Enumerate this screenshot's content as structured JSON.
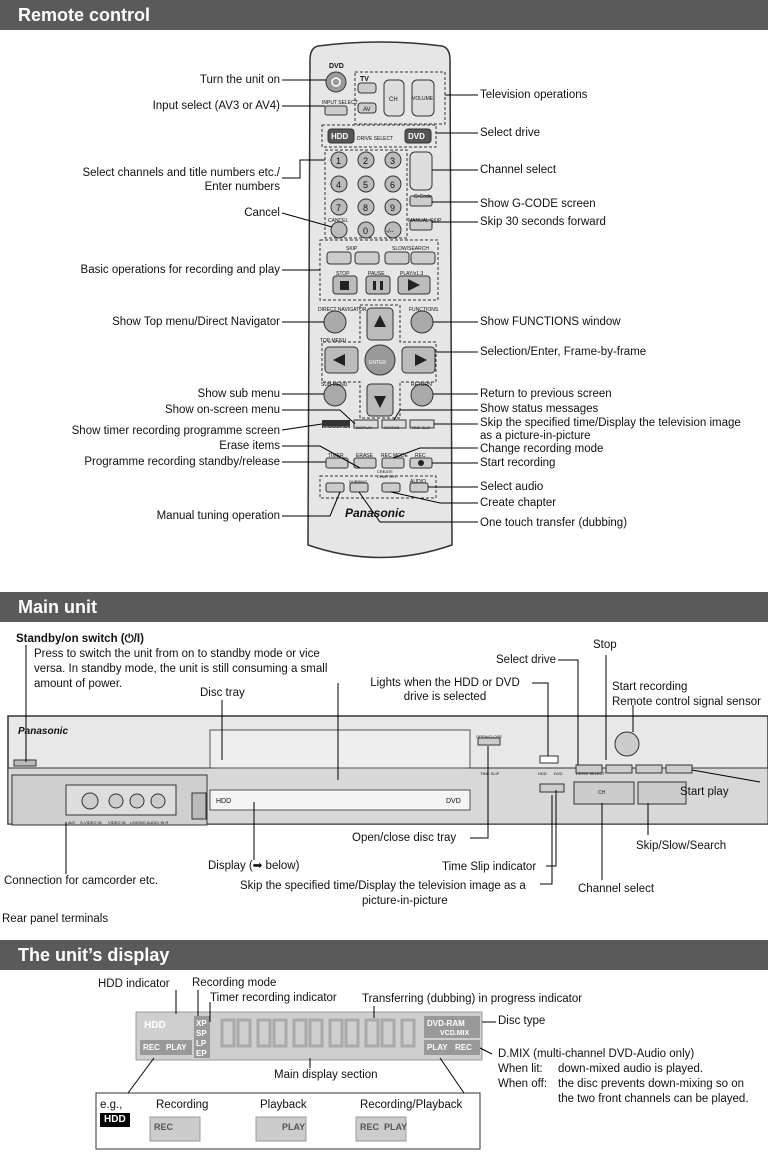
{
  "sections": {
    "remote": "Remote control",
    "main_unit": "Main unit",
    "display": "The unit’s display"
  },
  "remote": {
    "left_labels": [
      "Turn the unit on",
      "Input select (AV3 or AV4)",
      "Select channels and title numbers etc./",
      "Enter numbers",
      "Cancel",
      "Basic operations for recording and play",
      "Show Top menu/Direct Navigator",
      "Show sub menu",
      "Show on-screen menu",
      "Show timer recording programme screen",
      "Erase items",
      "Programme recording standby/release",
      "Manual tuning operation"
    ],
    "right_labels": [
      "Television operations",
      "Select drive",
      "Channel select",
      "Show G-CODE screen",
      "Skip 30 seconds forward",
      "Show FUNCTIONS window",
      "Selection/Enter, Frame-by-frame",
      "Return to previous screen",
      "Show status messages",
      "Skip the specified time/Display the television image",
      "as a picture-in-picture",
      "Change recording mode",
      "Start recording",
      "Select audio",
      "Create chapter",
      "One touch transfer (dubbing)"
    ],
    "buttons": {
      "dvd": "DVD",
      "tv": "TV",
      "input_select": "INPUT SELECT",
      "av": "AV",
      "ch": "CH",
      "volume": "VOLUME",
      "hdd": "HDD",
      "drive_select": "DRIVE SELECT",
      "dvd2": "DVD",
      "digits": [
        "1",
        "2",
        "3",
        "4",
        "5",
        "6",
        "7",
        "8",
        "9",
        "0"
      ],
      "cancel": "CANCEL",
      "dash": "-/--",
      "gcode": "G-Code",
      "manual_skip": "MANUAL SKIP",
      "skip": "SKIP",
      "slow_search": "SLOW/SEARCH",
      "stop": "STOP",
      "pause": "PAUSE",
      "play": "PLAY/x1.3",
      "direct_navigator": "DIRECT NAVIGATOR",
      "top_menu": "TOP MENU",
      "functions": "FUNCTIONS",
      "enter": "ENTER",
      "sub_menu": "SUB MENU",
      "return": "RETURN",
      "prog_check": "PROG/CHECK",
      "display": "DISPLAY",
      "status": "STATUS",
      "time_slip": "TIME SLIP",
      "timer": "TIMER",
      "erase": "ERASE",
      "rec_mode": "REC MODE",
      "rec": "REC",
      "dubbing": "DUBBING",
      "create_chapter": "CREATE CHAPTER",
      "audio": "AUDIO",
      "brand": "Panasonic"
    }
  },
  "main": {
    "standby_title": "Standby/on switch (⏻/I)",
    "standby_desc": [
      "Press to switch the unit from on to standby mode or vice",
      "versa. In standby mode, the unit is still consuming a small",
      "amount of power."
    ],
    "disc_tray": "Disc tray",
    "lights_when": [
      "Lights when the HDD or DVD",
      "drive is selected"
    ],
    "select_drive": "Select drive",
    "stop": "Stop",
    "start_recording": "Start recording",
    "remote_sensor": "Remote control signal sensor",
    "start_play": "Start play",
    "open_close": "Open/close disc tray",
    "display_below": "Display (➡ below)",
    "time_slip_indicator": "Time Slip indicator",
    "skip_specified": [
      "Skip the specified time/Display the television image as a",
      "picture-in-picture"
    ],
    "channel_select": "Channel select",
    "skip_slow_search": "Skip/Slow/Search",
    "connection": "Connection for camcorder etc.",
    "rear_panel": "Rear panel terminals",
    "brand": "Panasonic",
    "panel": {
      "hdd": "HDD",
      "dvd": "DVD",
      "open_close": "OPEN/CLOSE",
      "time_slip": "TIME SLIP",
      "drive_select": "DRIVE SELECT",
      "hdd_small": "HDD",
      "dvd_small": "DVD",
      "ch": "CH",
      "av2": "AV2",
      "svideo": "S-VIDEO IN",
      "video": "VIDEO IN",
      "audio": "L/MONO AUDIO IN R"
    }
  },
  "display": {
    "hdd_indicator": "HDD indicator",
    "recording_mode": "Recording mode",
    "timer_indicator": "Timer recording indicator",
    "transferring": "Transferring (dubbing) in progress indicator",
    "disc_type": "Disc type",
    "main_display": "Main display section",
    "dmix_title": "D.MIX (multi-channel DVD-Audio only)",
    "when_lit": "When lit:",
    "when_lit_desc": "down-mixed audio is played.",
    "when_off": "When off:",
    "when_off_desc": [
      "the disc prevents down-mixing so on",
      "the two front channels can be played."
    ],
    "panel": {
      "hdd": "HDD",
      "modes": [
        "XP",
        "SP",
        "LP",
        "EP"
      ],
      "rec": "REC",
      "play": "PLAY",
      "dvd_ram": "DVD-RAM",
      "vcd_mix": "VCD.MIX",
      "play2": "PLAY",
      "rec2": "REC"
    },
    "examples": {
      "eg": "e.g.,",
      "hdd": "HDD",
      "recording": "Recording",
      "playback": "Playback",
      "recording_playback": "Recording/Playback",
      "rec": "REC",
      "play": "PLAY",
      "rec2": "REC",
      "play2": "PLAY"
    }
  }
}
